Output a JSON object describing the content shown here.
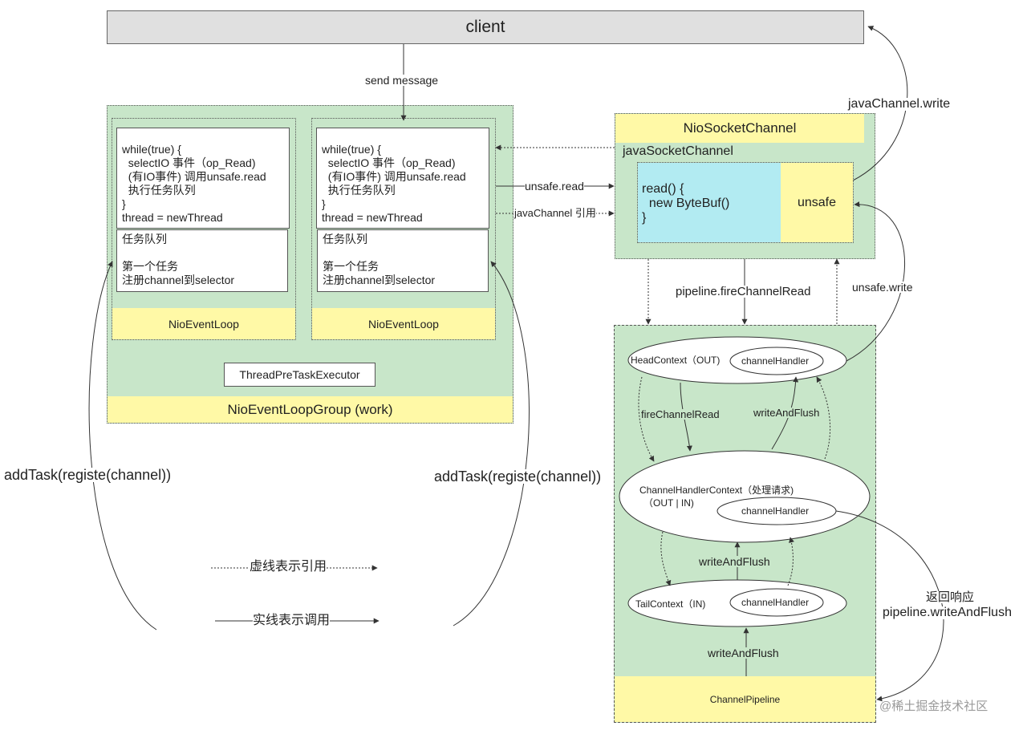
{
  "client": "client",
  "send_message": "send message",
  "java_channel_write": "javaChannel.write",
  "loop1": {
    "code": "while(true) {\n  selectIO 事件（op_Read)\n  (有IO事件) 调用unsafe.read\n  执行任务队列\n}\nthread = newThread",
    "queue": "任务队列\n\n第一个任务\n注册channel到selector",
    "name": "NioEventLoop"
  },
  "loop2": {
    "code": "while(true) {\n  selectIO 事件（op_Read)\n  (有IO事件) 调用unsafe.read\n  执行任务队列\n}\nthread = newThread",
    "queue": "任务队列\n\n第一个任务\n注册channel到selector",
    "name": "NioEventLoop"
  },
  "executor": "ThreadPreTaskExecutor",
  "group": "NioEventLoopGroup (work)",
  "nio_socket_channel": "NioSocketChannel",
  "java_socket_channel": "javaSocketChannel",
  "read_code": "read() {\n  new ByteBuf()\n}",
  "unsafe": "unsafe",
  "unsafe_read": "unsafe.read",
  "java_channel_ref": "javaChannel 引用",
  "fire_channel_read": "pipeline.fireChannelRead",
  "unsafe_write": "unsafe.write",
  "head_context": "HeadContext（OUT)",
  "channel_handler": "channelHandler",
  "handler_context_1": "ChannelHandlerContext（处理请求)",
  "handler_context_2": "（OUT | IN)",
  "tail_context": "TailContext（IN)",
  "fire_channel_read_short": "fireChannelRead",
  "write_and_flush": "writeAndFlush",
  "pipeline": "ChannelPipeline",
  "add_task": "addTask(registe(channel))",
  "legend_dashed": "虚线表示引用",
  "legend_solid": "实线表示调用",
  "return_response_1": "返回响应",
  "return_response_2": "pipeline.writeAndFlush",
  "watermark": "@稀土掘金技术社区"
}
